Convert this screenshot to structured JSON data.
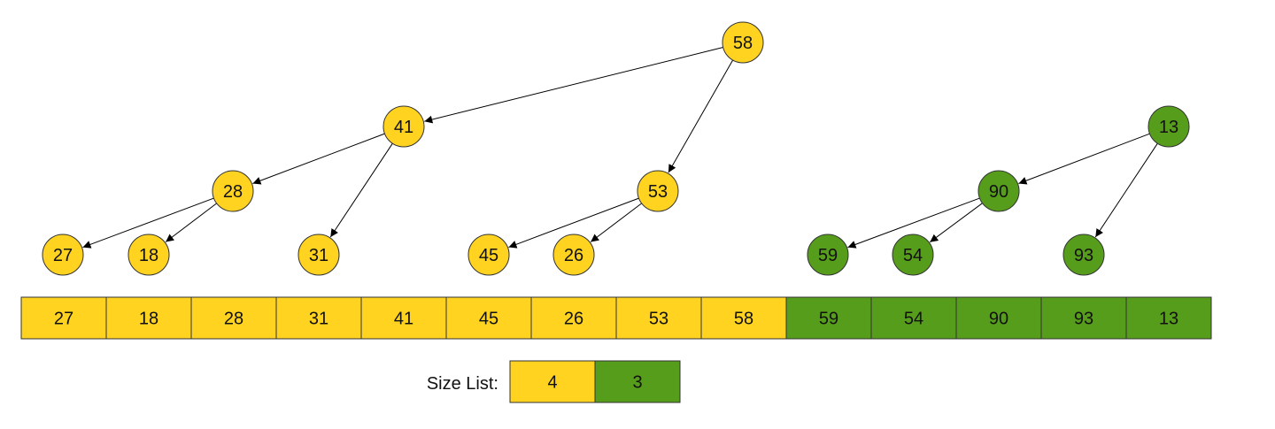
{
  "colors": {
    "yellow": "#FFD320",
    "green": "#579D1C",
    "stroke": "#333333",
    "edge": "#000000"
  },
  "trees": [
    {
      "color": "yellow",
      "nodes": [
        {
          "id": "n58",
          "value": "58"
        },
        {
          "id": "n41",
          "value": "41"
        },
        {
          "id": "n53",
          "value": "53"
        },
        {
          "id": "n28",
          "value": "28"
        },
        {
          "id": "n31",
          "value": "31"
        },
        {
          "id": "n45",
          "value": "45"
        },
        {
          "id": "n26",
          "value": "26"
        },
        {
          "id": "n27",
          "value": "27"
        },
        {
          "id": "n18",
          "value": "18"
        }
      ],
      "edges": [
        [
          "n58",
          "n41"
        ],
        [
          "n58",
          "n53"
        ],
        [
          "n41",
          "n28"
        ],
        [
          "n41",
          "n31"
        ],
        [
          "n28",
          "n27"
        ],
        [
          "n28",
          "n18"
        ],
        [
          "n53",
          "n45"
        ],
        [
          "n53",
          "n26"
        ]
      ]
    },
    {
      "color": "green",
      "nodes": [
        {
          "id": "n13",
          "value": "13"
        },
        {
          "id": "n90",
          "value": "90"
        },
        {
          "id": "n93",
          "value": "93"
        },
        {
          "id": "n59",
          "value": "59"
        },
        {
          "id": "n54",
          "value": "54"
        }
      ],
      "edges": [
        [
          "n13",
          "n90"
        ],
        [
          "n13",
          "n93"
        ],
        [
          "n90",
          "n59"
        ],
        [
          "n90",
          "n54"
        ]
      ]
    }
  ],
  "array": [
    {
      "value": "27",
      "color": "yellow"
    },
    {
      "value": "18",
      "color": "yellow"
    },
    {
      "value": "28",
      "color": "yellow"
    },
    {
      "value": "31",
      "color": "yellow"
    },
    {
      "value": "41",
      "color": "yellow"
    },
    {
      "value": "45",
      "color": "yellow"
    },
    {
      "value": "26",
      "color": "yellow"
    },
    {
      "value": "53",
      "color": "yellow"
    },
    {
      "value": "58",
      "color": "yellow"
    },
    {
      "value": "59",
      "color": "green"
    },
    {
      "value": "54",
      "color": "green"
    },
    {
      "value": "90",
      "color": "green"
    },
    {
      "value": "93",
      "color": "green"
    },
    {
      "value": "13",
      "color": "green"
    }
  ],
  "size_list": {
    "label": "Size List:",
    "cells": [
      {
        "value": "4",
        "color": "yellow"
      },
      {
        "value": "3",
        "color": "green"
      }
    ]
  }
}
